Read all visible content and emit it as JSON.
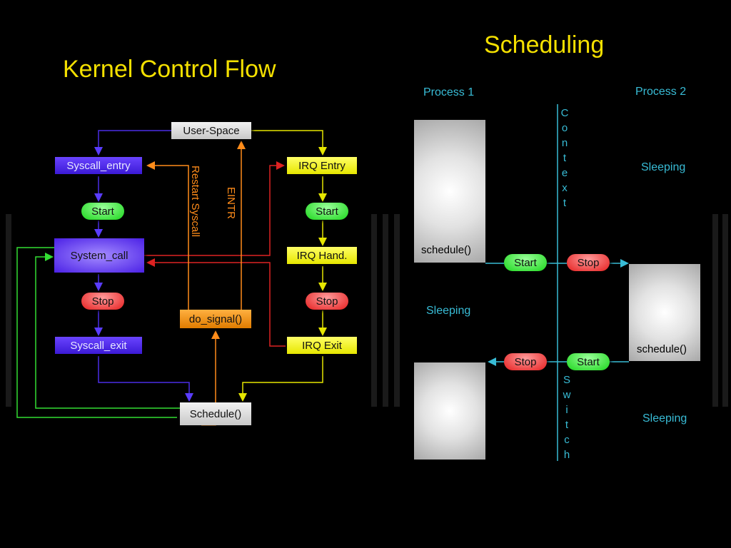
{
  "titles": {
    "kernel_flow": "Kernel Control Flow",
    "scheduling": "Scheduling"
  },
  "kernel_flow": {
    "user_space": "User-Space",
    "syscall_entry": "Syscall_entry",
    "start_left": "Start",
    "system_call": "System_call",
    "stop_left": "Stop",
    "syscall_exit": "Syscall_exit",
    "schedule": "Schedule()",
    "do_signal": "do_signal()",
    "restart_syscall": "Restart Syscall",
    "eintr": "EINTR",
    "irq_entry": "IRQ Entry",
    "start_right": "Start",
    "irq_hand": "IRQ Hand.",
    "stop_right": "Stop",
    "irq_exit": "IRQ Exit"
  },
  "scheduling": {
    "process1": "Process 1",
    "process2": "Process 2",
    "context_letters": [
      "C",
      "o",
      "n",
      "t",
      "e",
      "x",
      "t"
    ],
    "switch_letters": [
      "S",
      "w",
      "i",
      "t",
      "c",
      "h"
    ],
    "p1_schedule": "schedule()",
    "p2_schedule": "schedule()",
    "p1_sleeping": "Sleeping",
    "p2_sleeping_top": "Sleeping",
    "p2_sleeping_bottom": "Sleeping",
    "start_top": "Start",
    "stop_top": "Stop",
    "stop_bottom": "Stop",
    "start_bottom": "Start"
  }
}
